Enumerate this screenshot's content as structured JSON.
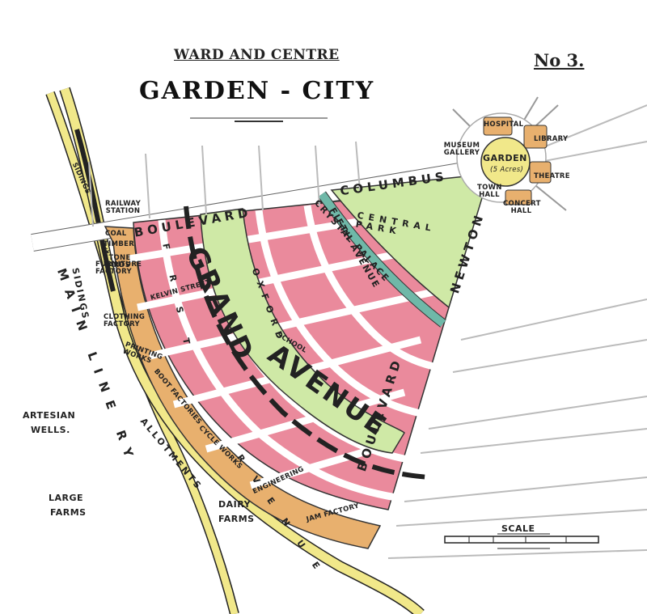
{
  "title": {
    "top": "WARD AND CENTRE",
    "main": "GARDEN - CITY",
    "number": "No 3."
  },
  "colors": {
    "block": "#ea8a9c",
    "park": "#cfe9a6",
    "industry": "#e8b06e",
    "railway": "#f1e88a",
    "palace": "#6fb8a8",
    "arc": "#222222"
  },
  "center": {
    "garden": "GARDEN",
    "acres": "(5 Acres)",
    "buildings": [
      "HOSPITAL",
      "LIBRARY",
      "THEATRE",
      "CONCERT HALL",
      "TOWN HALL",
      "MUSEUM GALLERY"
    ]
  },
  "roads": {
    "columbus": "COLUMBUS",
    "boulevard_top": "BOULEVARD",
    "boulevard_right": "BOULEVARD",
    "newton": "NEWTON",
    "fifth_avenue": "FIFTH AVENUE",
    "crystal_palace": "CRYSTAL PALACE",
    "central_park": "CENTRAL PARK",
    "grand": "GRAND",
    "avenue": "AVENUE",
    "kelvin_street": "KELVIN STREET",
    "school": "SCHOOL",
    "radial_left": "F R S T",
    "radial_mid": "OXFORD",
    "ring_lower": "R V E N U E"
  },
  "industry": {
    "coal": "COAL",
    "timber": "TIMBER & STONE YARDS",
    "furniture": "FURNITURE FACTORY",
    "clothing": "CLOTHING FACTORY",
    "printing": "PRINTING WORKS",
    "boot": "BOOT FACTORIES",
    "cycle": "CYCLE WORKS",
    "engineering": "ENGINEERING",
    "jam": "JAM FACTORY"
  },
  "labels": {
    "railway_station": "RAILWAY STATION",
    "sidings_top": "SIDINGS",
    "sidings": "SIDINGS",
    "main_line": "MAIN LINE RY",
    "allotments": "ALLOTMENTS",
    "artesian": "ARTESIAN",
    "wells": "WELLS.",
    "large": "LARGE",
    "farms": "FARMS",
    "dairy": "DAIRY",
    "dairy_farms": "FARMS",
    "scale": "SCALE"
  }
}
